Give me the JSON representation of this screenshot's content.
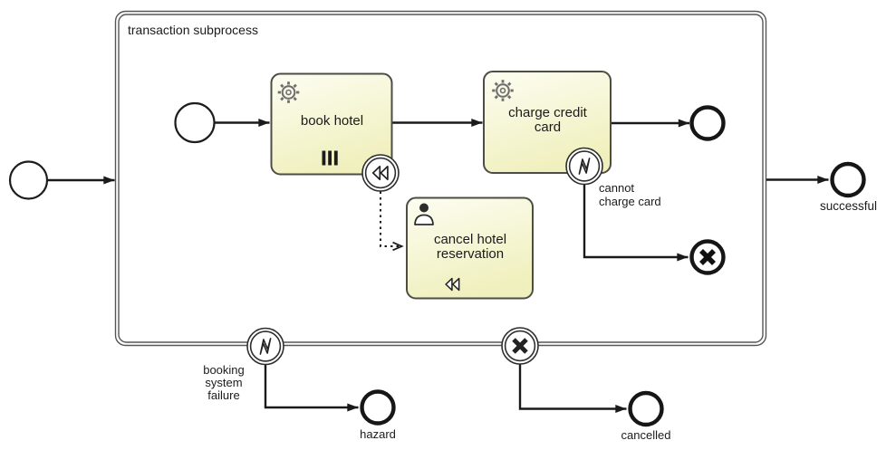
{
  "colors": {
    "background": "#ffffff",
    "task_fill_top": "#fdfdf2",
    "task_fill_bottom": "#f0f0bf",
    "task_border": "#4d4d45",
    "flow_line": "#1a1a1a",
    "text": "#1b1b1b",
    "icon_gray": "#6f6f6f"
  },
  "subprocess": {
    "label": "transaction subprocess",
    "type": "transaction-subprocess-double-border"
  },
  "nodes": {
    "start_outer": {
      "type": "start-event"
    },
    "start_inner": {
      "type": "start-event"
    },
    "book_hotel": {
      "label": "book hotel",
      "task_type": "service-task",
      "icon": "gear-icon",
      "marker": "parallel-multi-instance-icon"
    },
    "charge_credit_card": {
      "label": [
        "charge credit",
        "card"
      ],
      "task_type": "service-task",
      "icon": "gear-icon"
    },
    "cancel_hotel_reservation": {
      "label": [
        "cancel hotel",
        "reservation"
      ],
      "task_type": "user-task",
      "icon": "user-icon",
      "marker": "compensation-rewind-icon"
    },
    "compensation_boundary": {
      "type": "compensation-boundary-event",
      "icon": "rewind-icon"
    },
    "error_boundary_charge": {
      "type": "error-boundary-event",
      "icon": "lightning-icon",
      "label": [
        "cannot",
        "charge card"
      ]
    },
    "error_boundary_subprocess": {
      "type": "error-boundary-event",
      "icon": "lightning-icon",
      "label": [
        "booking",
        "system",
        "failure"
      ]
    },
    "cancel_boundary_subprocess": {
      "type": "cancel-boundary-event",
      "icon": "x-icon"
    },
    "end_after_charge": {
      "type": "end-event"
    },
    "end_cancel_transaction": {
      "type": "cancel-end-event",
      "icon": "x-icon"
    },
    "end_successful": {
      "type": "end-event",
      "label": "successful"
    },
    "end_hazard": {
      "type": "end-event",
      "label": "hazard"
    },
    "end_cancelled": {
      "type": "end-event",
      "label": "cancelled"
    }
  }
}
